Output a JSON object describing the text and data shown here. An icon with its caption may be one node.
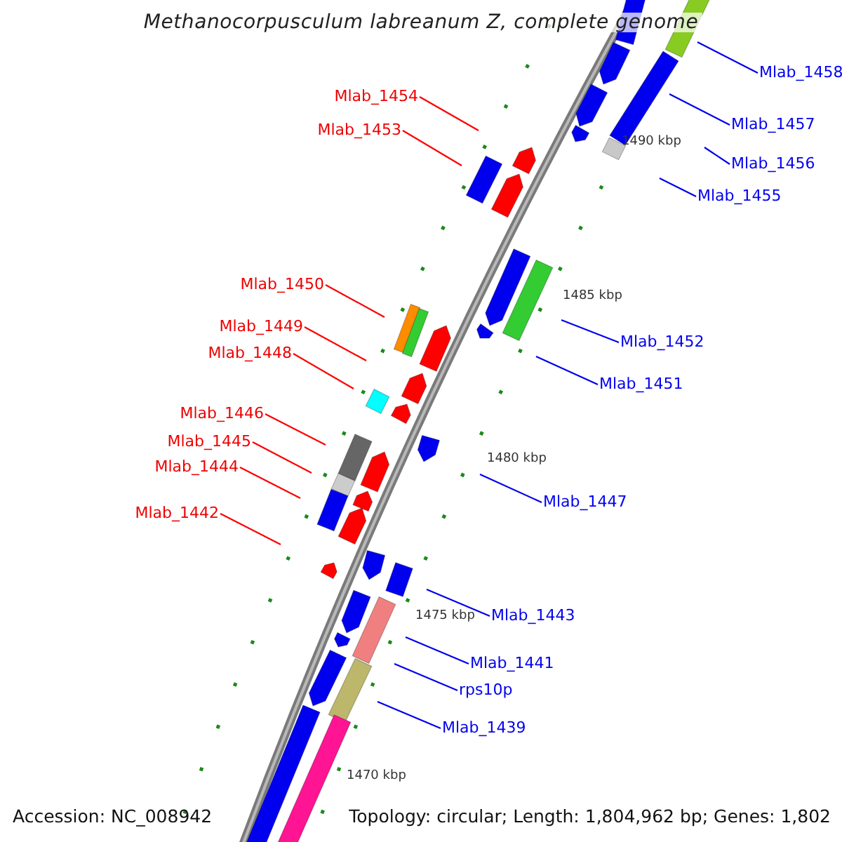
{
  "diagram": {
    "title": "Methanocorpusculum labreanum Z, complete genome",
    "nodes": [
      {
        "text": [
          "Mlab_1458"
        ]
      },
      {
        "text": [
          "Mlab_1454"
        ]
      },
      {
        "text": [
          "Mlab_1457"
        ]
      },
      {
        "text": [
          "Mlab_1453"
        ]
      },
      {
        "text": [
          "Mlab_1456"
        ]
      },
      {
        "text": [
          "Mlab_1455"
        ]
      },
      {
        "text": [
          "Mlab_1450"
        ]
      },
      {
        "text": [
          "Mlab_1449"
        ]
      },
      {
        "text": [
          "Mlab_1452"
        ]
      },
      {
        "text": [
          "Mlab_1448"
        ]
      },
      {
        "text": [
          "Mlab_1451"
        ]
      },
      {
        "text": [
          "Mlab_1446"
        ]
      },
      {
        "text": [
          "Mlab_1445"
        ]
      },
      {
        "text": [
          "Mlab_1444"
        ]
      },
      {
        "text": [
          "Mlab_1447"
        ]
      },
      {
        "text": [
          "Mlab_1442"
        ]
      },
      {
        "text": [
          "Mlab_1443"
        ]
      },
      {
        "text": [
          "Mlab_1441"
        ]
      },
      {
        "text": [
          "rps10p"
        ]
      },
      {
        "text": [
          "Mlab_1439"
        ]
      }
    ],
    "edges": [
      {
        "from": 0,
        "to": null,
        "arrow": "none"
      },
      {
        "from": 1,
        "to": null,
        "arrow": "none",
        "color": "#ff0000"
      },
      {
        "from": 2,
        "to": null,
        "arrow": "none"
      },
      {
        "from": 3,
        "to": null,
        "arrow": "none",
        "color": "#ff0000"
      },
      {
        "from": 4,
        "to": null,
        "arrow": "none"
      },
      {
        "from": 5,
        "to": null,
        "arrow": "none"
      },
      {
        "from": 6,
        "to": null,
        "arrow": "none",
        "color": "#ff0000"
      },
      {
        "from": 7,
        "to": null,
        "arrow": "none",
        "color": "#ff0000"
      },
      {
        "from": 8,
        "to": null,
        "arrow": "none"
      },
      {
        "from": 9,
        "to": null,
        "arrow": "none",
        "color": "#ff0000"
      },
      {
        "from": 10,
        "to": null,
        "arrow": "none"
      },
      {
        "from": 11,
        "to": null,
        "arrow": "none",
        "color": "#ff0000"
      },
      {
        "from": 12,
        "to": null,
        "arrow": "none",
        "color": "#ff0000"
      },
      {
        "from": 13,
        "to": null,
        "arrow": "none",
        "color": "#ff0000"
      },
      {
        "from": 14,
        "to": null,
        "arrow": "none"
      },
      {
        "from": 15,
        "to": null,
        "arrow": "none",
        "color": "#ff0000"
      },
      {
        "from": 16,
        "to": null,
        "arrow": "none"
      },
      {
        "from": 17,
        "to": null,
        "arrow": "none"
      },
      {
        "from": 18,
        "to": null,
        "arrow": "none"
      },
      {
        "from": 19,
        "to": null,
        "arrow": "none"
      }
    ],
    "labels": [
      "1490 kbp",
      "1485 kbp",
      "1480 kbp",
      "1475 kbp",
      "1470 kbp",
      "Accession: NC_008942",
      "Topology: circular; Length: 1,804,962 bp; Genes: 1,802"
    ]
  }
}
